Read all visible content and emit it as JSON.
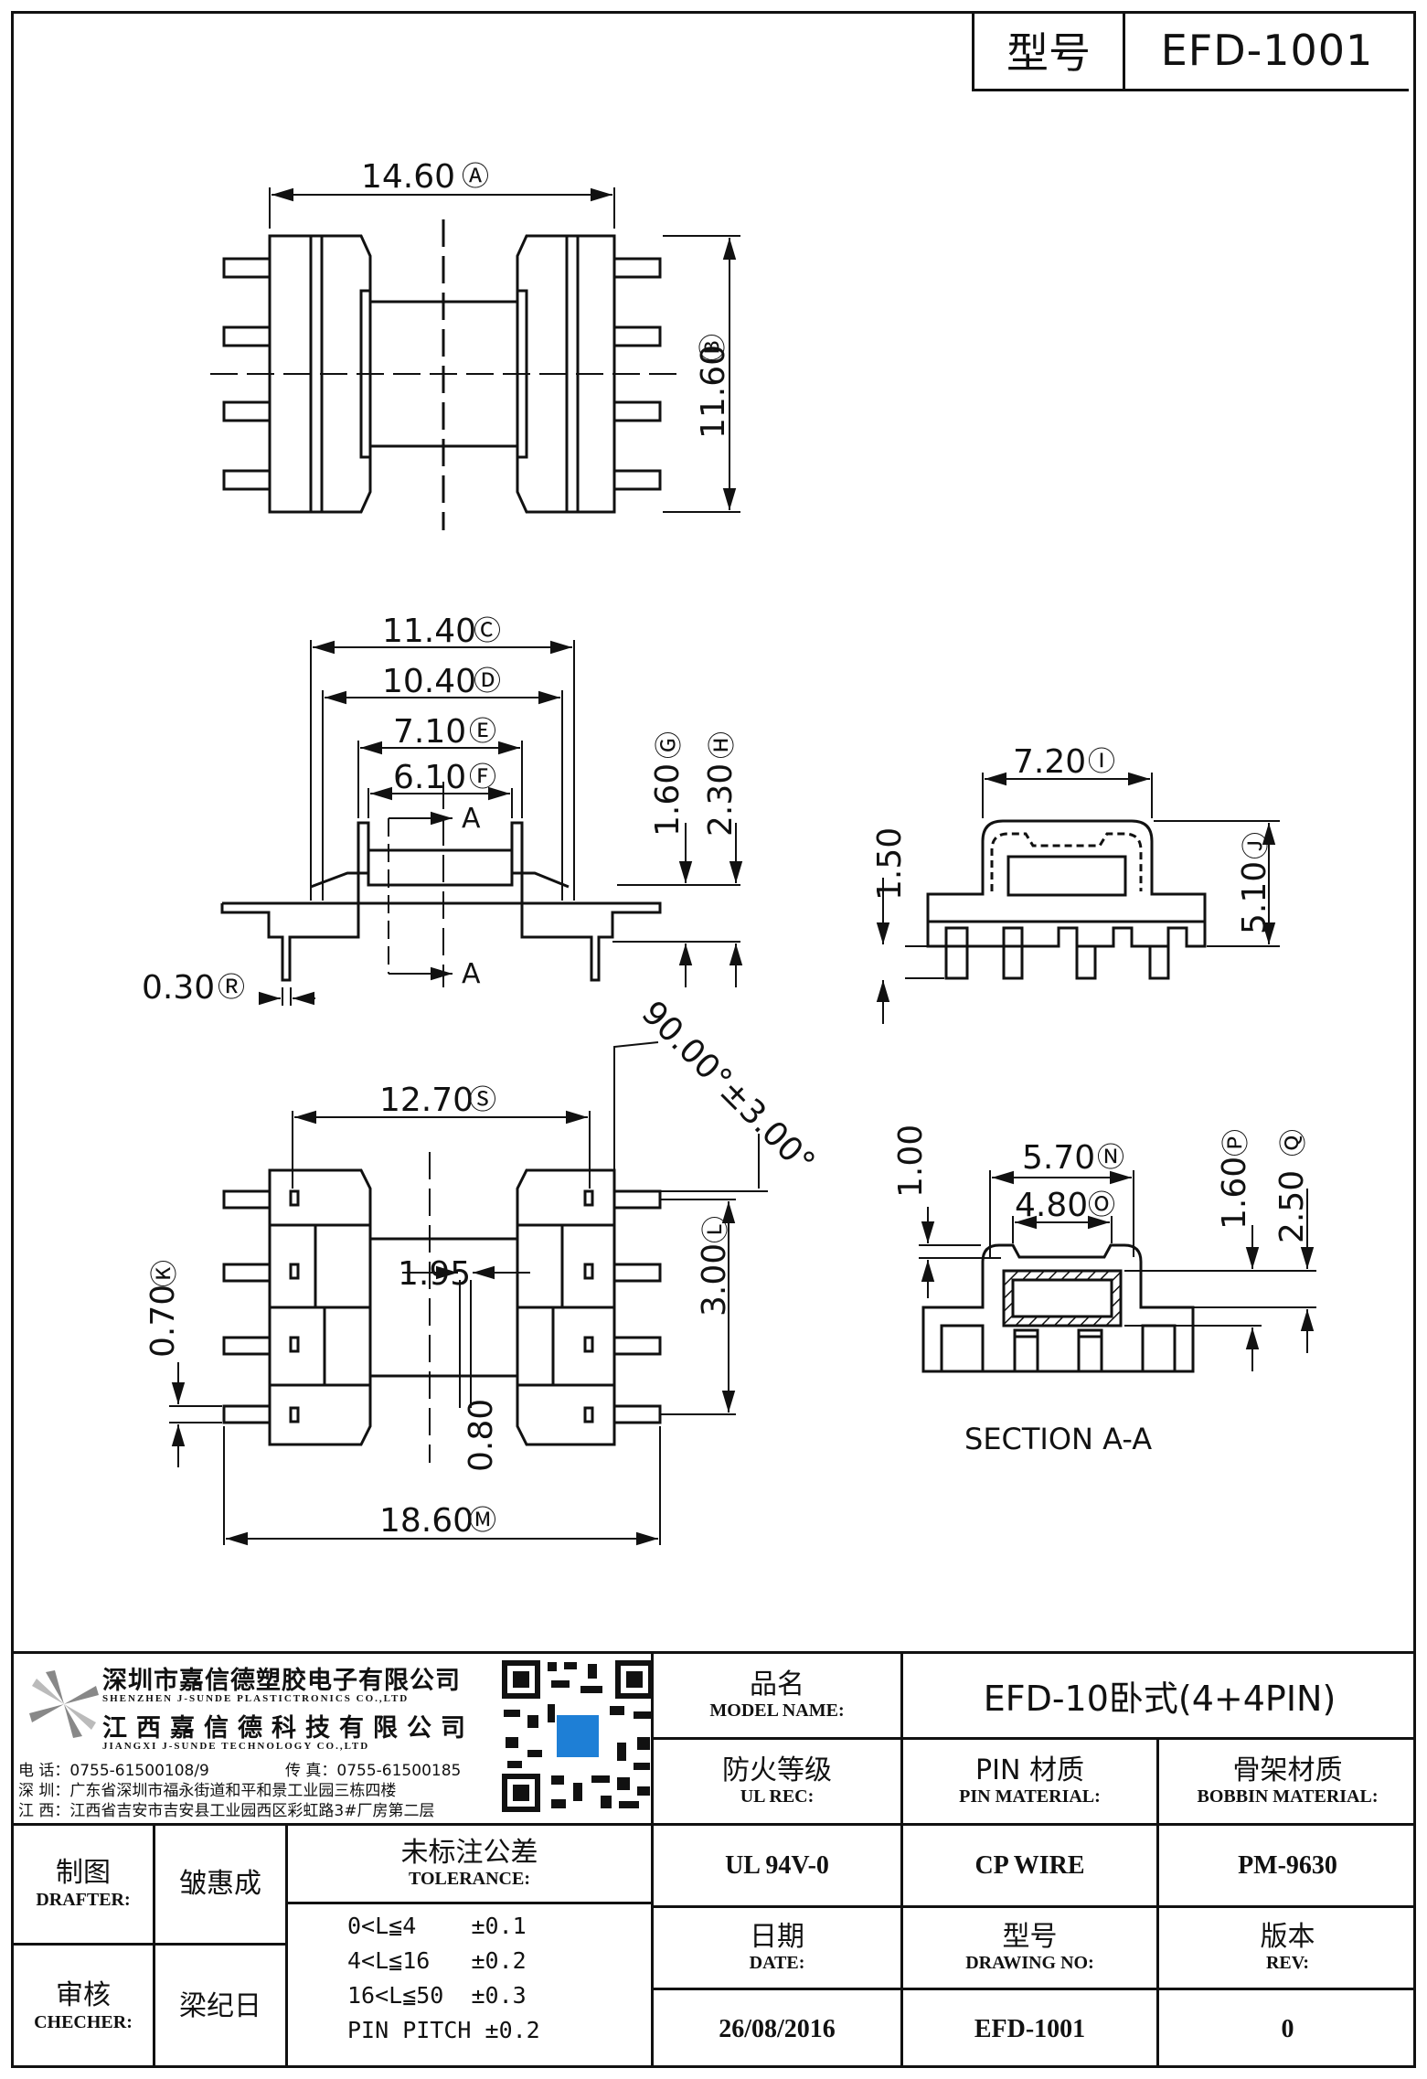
{
  "header": {
    "label": "型号",
    "model": "EFD-1001"
  },
  "dimensions": {
    "A": "14.60",
    "B": "11.60",
    "C": "11.40",
    "D": "10.40",
    "E": "7.10",
    "F": "6.10",
    "G": "1.60",
    "H": "2.30",
    "I": "7.20",
    "J": "5.10",
    "K": "0.70",
    "L": "3.00",
    "M": "18.60",
    "N": "5.70",
    "O": "4.80",
    "P": "1.60",
    "Q": "2.50",
    "R": "0.30",
    "S": "12.70",
    "angle": "90.00°±3.00°",
    "d150": "1.50",
    "d195": "1.95",
    "d080": "0.80",
    "d100": "1.00"
  },
  "section_markers": {
    "top": "A",
    "bottom": "A"
  },
  "section_label": "SECTION A-A",
  "company": {
    "name_cn_1": "深圳市嘉信德塑胶电子有限公司",
    "name_en_1": "SHENZHEN J-SUNDE PLASTICTRONICS CO.,LTD",
    "name_cn_2": "江西嘉信德科技有限公司",
    "name_en_2": "JIANGXI J-SUNDE TECHNOLOGY CO.,LTD",
    "tel": "电 话：0755-61500108/9",
    "fax": "传 真：0755-61500185",
    "addr_sz": "深 圳：广东省深圳市福永街道和平和景工业园三栋四楼",
    "addr_jx": "江 西：江西省吉安市吉安县工业园西区彩虹路3#厂房第二层"
  },
  "title_block": {
    "model_name_cn": "品名",
    "model_name_en": "MODEL NAME:",
    "model_name_value": "EFD-10卧式(4+4PIN)",
    "ul_cn": "防火等级",
    "ul_en": "UL REC:",
    "ul_value": "UL 94V-0",
    "pin_cn": "PIN 材质",
    "pin_en": "PIN MATERIAL:",
    "pin_value": "CP WIRE",
    "bobbin_cn": "骨架材质",
    "bobbin_en": "BOBBIN MATERIAL:",
    "bobbin_value": "PM-9630",
    "drafter_cn": "制图",
    "drafter_en": "DRAFTER:",
    "drafter_value": "皱惠成",
    "checker_cn": "审核",
    "checker_en": "CHECHER:",
    "checker_value": "梁纪日",
    "tol_cn": "未标注公差",
    "tol_en": "TOLERANCE:",
    "tol_rows": [
      "0<L≦4    ±0.1",
      "4<L≦16   ±0.2",
      "16<L≦50  ±0.3",
      "PIN PITCH ±0.2"
    ],
    "date_cn": "日期",
    "date_en": "DATE:",
    "date_value": "26/08/2016",
    "dwg_cn": "型号",
    "dwg_en": "DRAWING NO:",
    "dwg_value": "EFD-1001",
    "rev_cn": "版本",
    "rev_en": "REV:",
    "rev_value": "0"
  }
}
